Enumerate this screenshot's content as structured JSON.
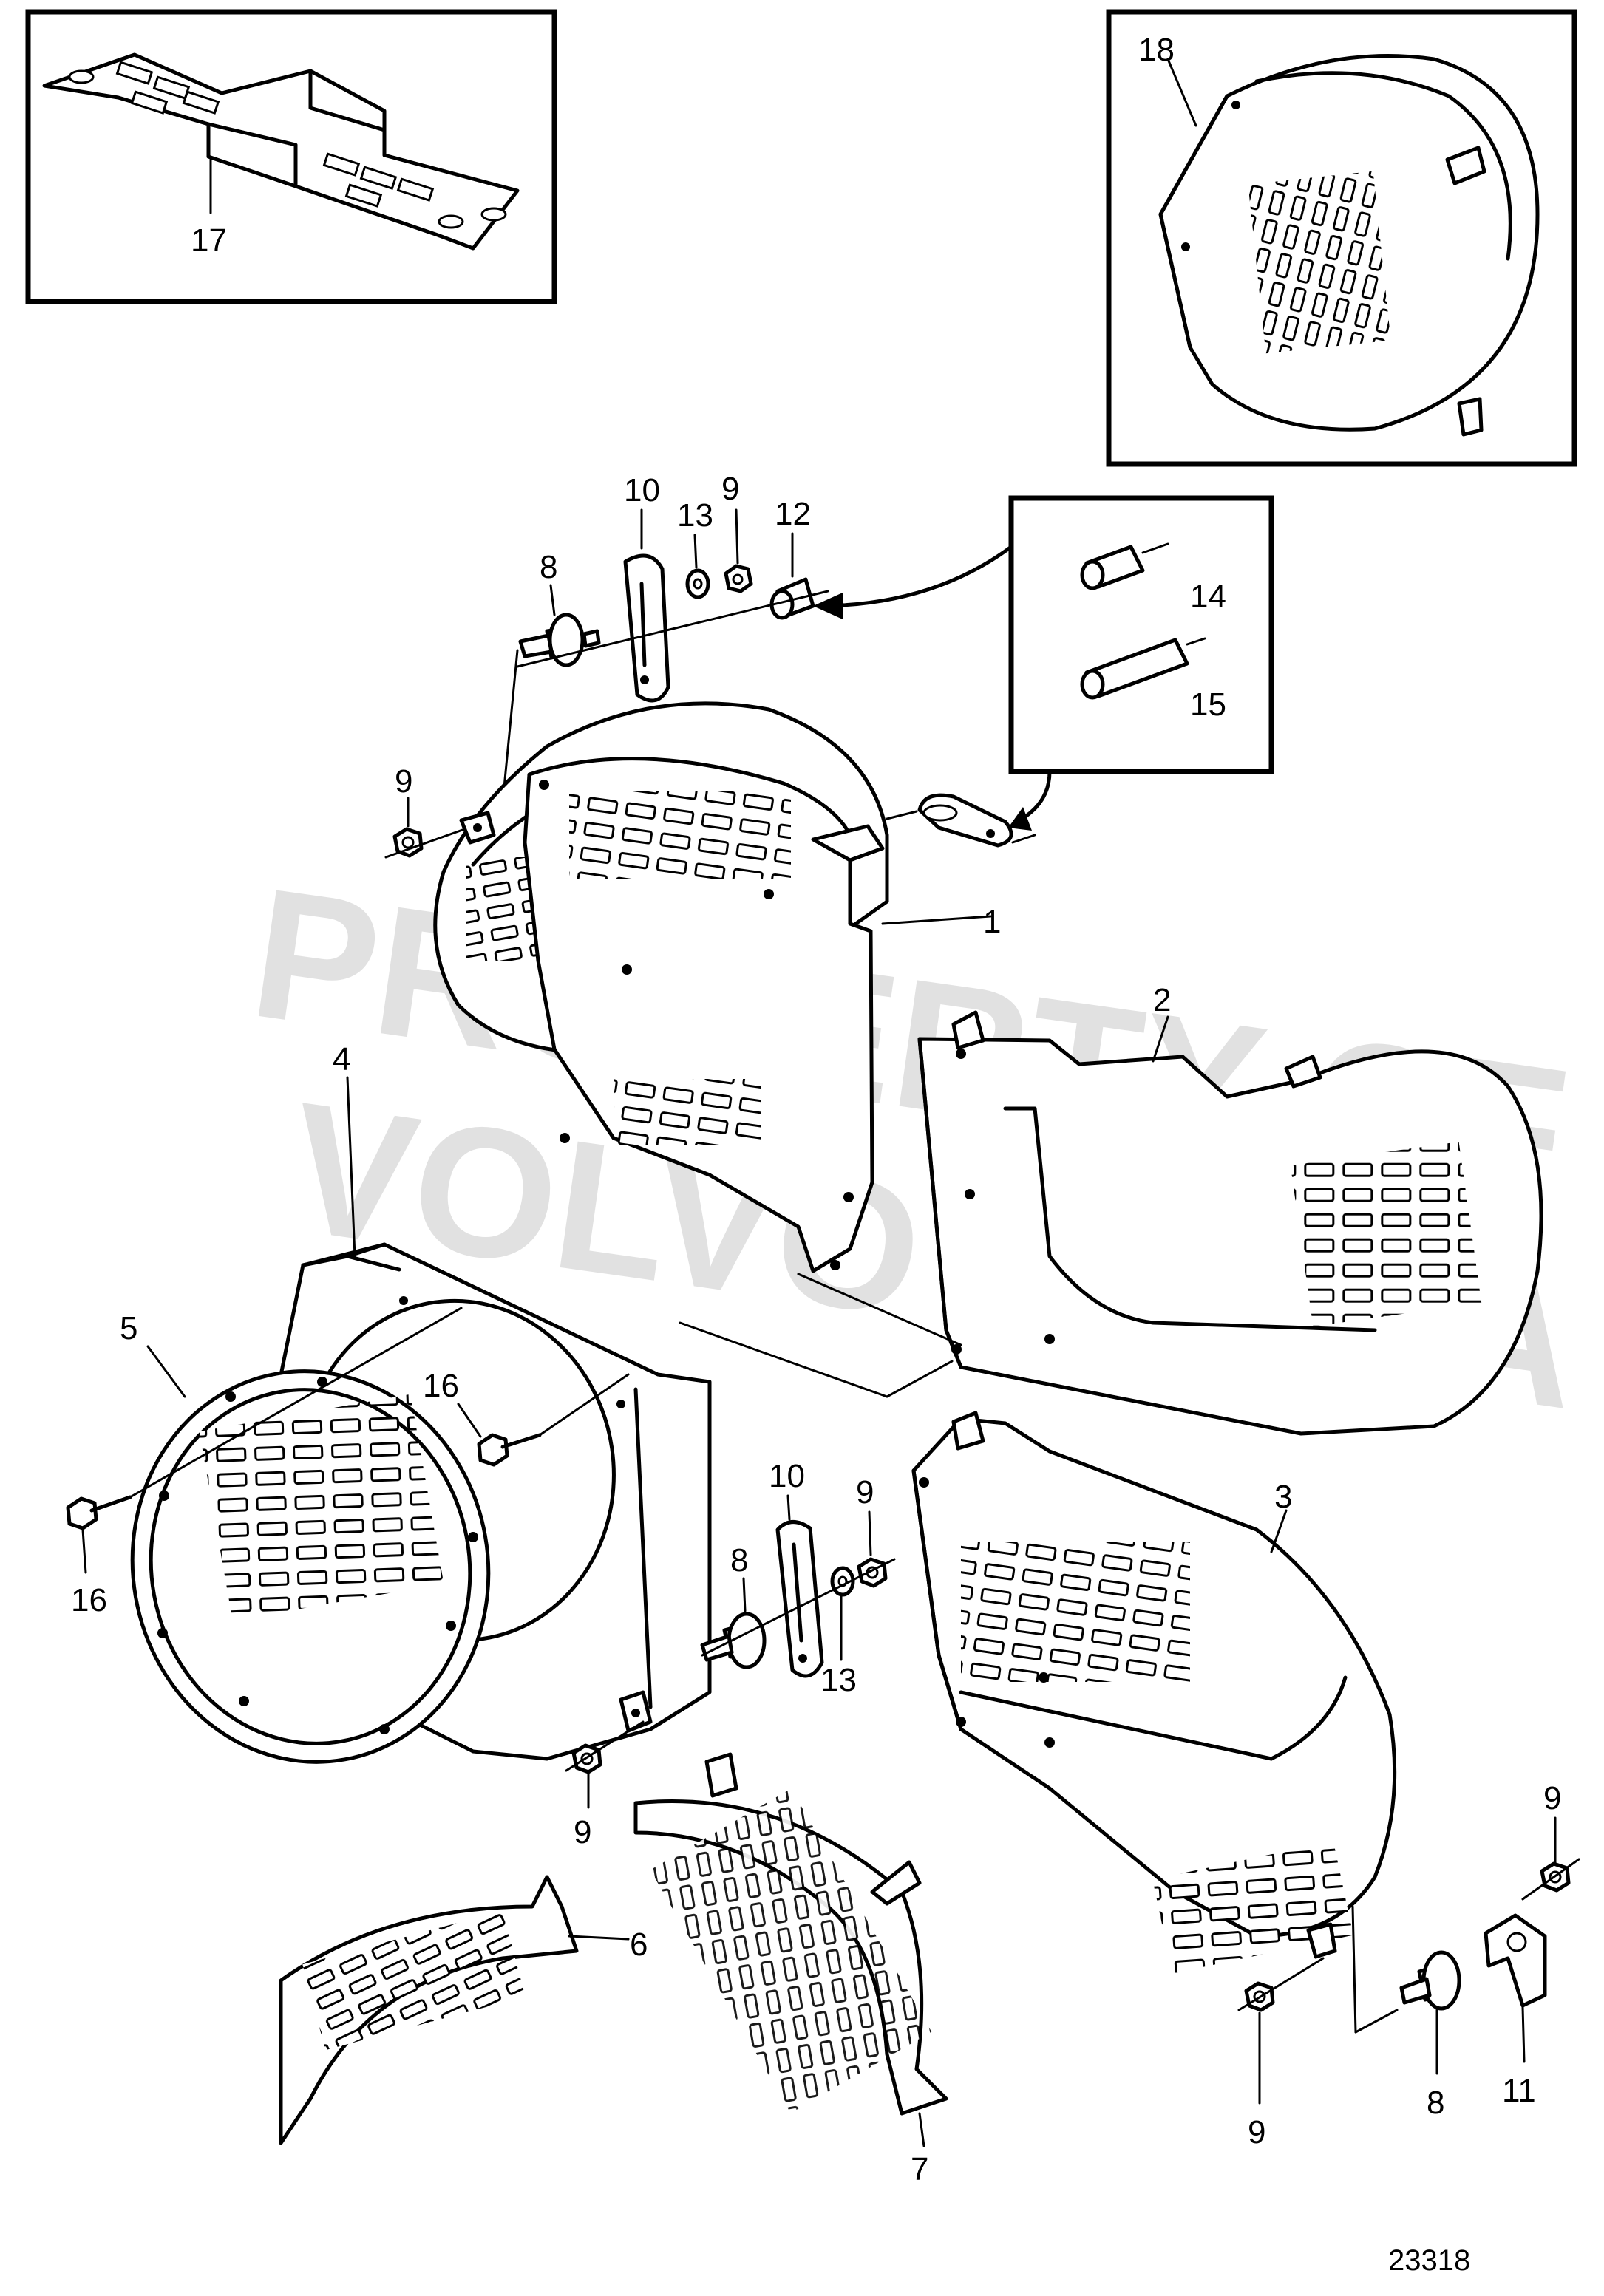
{
  "diagram": {
    "reference_number": "23318",
    "watermark": [
      "PROPERTY OF",
      "VOLVO PENTA"
    ],
    "callouts": [
      {
        "id": "c17",
        "label": "17"
      },
      {
        "id": "c18",
        "label": "18"
      },
      {
        "id": "c10a",
        "label": "10"
      },
      {
        "id": "c13a",
        "label": "13"
      },
      {
        "id": "c9a",
        "label": "9"
      },
      {
        "id": "c12",
        "label": "12"
      },
      {
        "id": "c8a",
        "label": "8"
      },
      {
        "id": "c14",
        "label": "14"
      },
      {
        "id": "c15",
        "label": "15"
      },
      {
        "id": "c9b",
        "label": "9"
      },
      {
        "id": "c1",
        "label": "1"
      },
      {
        "id": "c2",
        "label": "2"
      },
      {
        "id": "c4",
        "label": "4"
      },
      {
        "id": "c5",
        "label": "5"
      },
      {
        "id": "c16a",
        "label": "16"
      },
      {
        "id": "c16b",
        "label": "16"
      },
      {
        "id": "c10b",
        "label": "10"
      },
      {
        "id": "c9c",
        "label": "9"
      },
      {
        "id": "c8b",
        "label": "8"
      },
      {
        "id": "c13b",
        "label": "13"
      },
      {
        "id": "c3",
        "label": "3"
      },
      {
        "id": "c9d",
        "label": "9"
      },
      {
        "id": "c6",
        "label": "6"
      },
      {
        "id": "c7",
        "label": "7"
      },
      {
        "id": "c9e",
        "label": "9"
      },
      {
        "id": "c9f",
        "label": "9"
      },
      {
        "id": "c8c",
        "label": "8"
      },
      {
        "id": "c11",
        "label": "11"
      }
    ]
  }
}
